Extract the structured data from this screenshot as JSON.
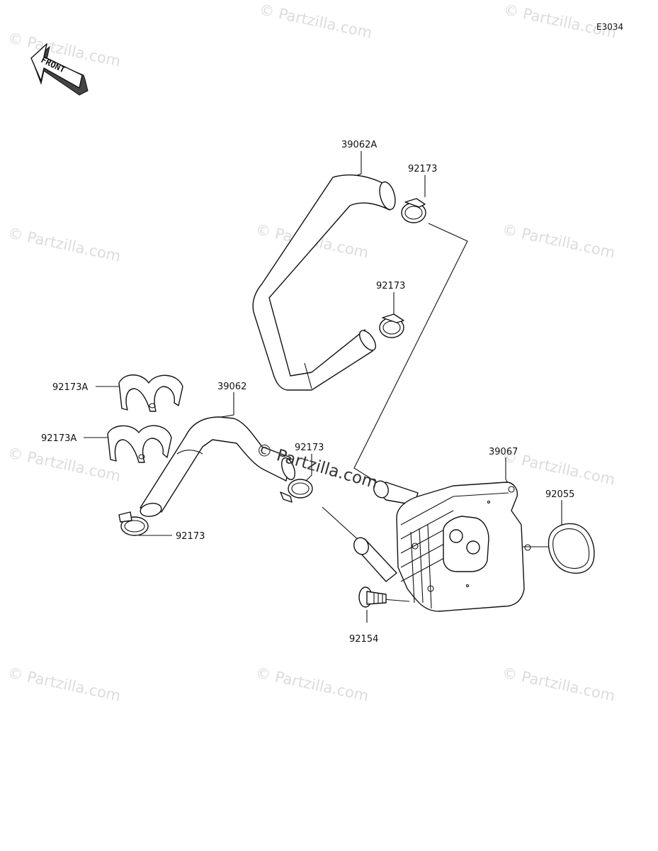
{
  "diagram": {
    "code": "E3034",
    "front_label": "FRONT",
    "watermark": "© Partzilla.com",
    "parts": [
      {
        "number": "39062A"
      },
      {
        "number": "92173"
      },
      {
        "number": "92173"
      },
      {
        "number": "92173A"
      },
      {
        "number": "39062"
      },
      {
        "number": "92173A"
      },
      {
        "number": "92173"
      },
      {
        "number": "39067"
      },
      {
        "number": "92055"
      },
      {
        "number": "92173"
      },
      {
        "number": "92154"
      }
    ]
  }
}
